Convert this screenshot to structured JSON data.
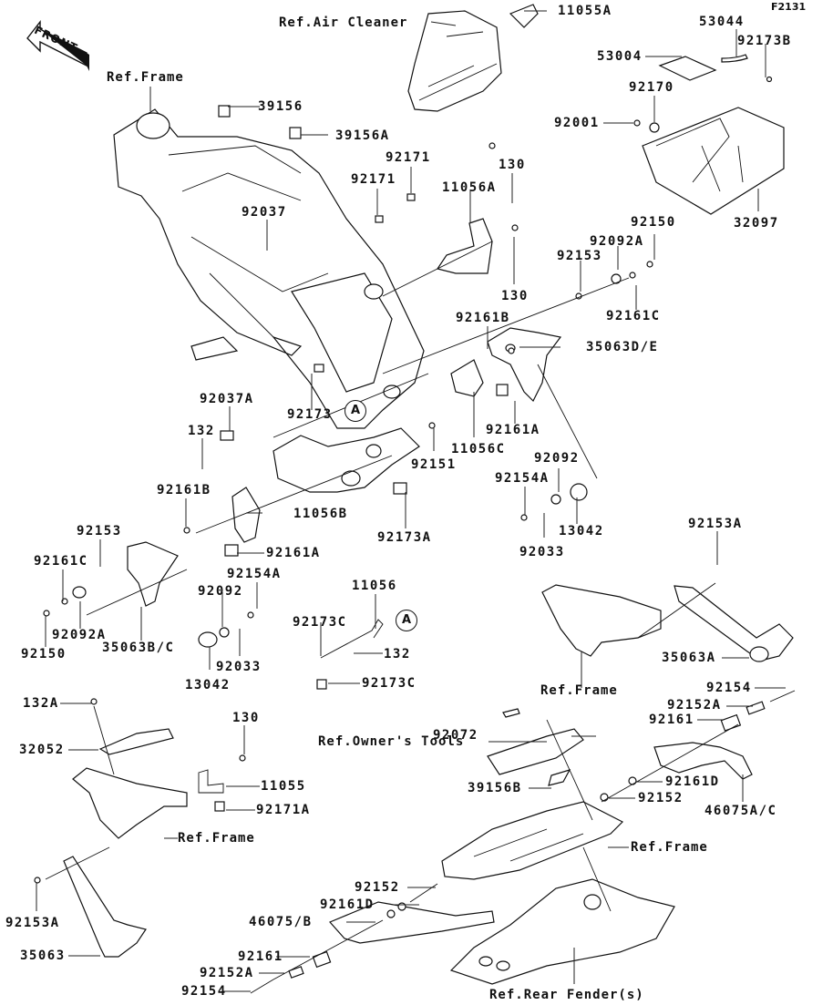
{
  "figure_id": "F2131",
  "front_label": "FRONT",
  "callout_marker": "A",
  "references": {
    "air_cleaner": "Ref.Air Cleaner",
    "frame_top": "Ref.Frame",
    "frame_mid_right": "Ref.Frame",
    "frame_lower_left": "Ref.Frame",
    "frame_lower_right": "Ref.Frame",
    "owners_tools": "Ref.Owner's Tools",
    "rear_fender": "Ref.Rear Fender(s)"
  },
  "parts": {
    "p11055A": "11055A",
    "p53044": "53044",
    "p92173B": "92173B",
    "p53004": "53004",
    "p92170": "92170",
    "p92001": "92001",
    "p32097": "32097",
    "p39156": "39156",
    "p39156A": "39156A",
    "p92171_a": "92171",
    "p92171_b": "92171",
    "p11056A": "11056A",
    "p130_a": "130",
    "p130_b": "130",
    "p92037": "92037",
    "p92150_a": "92150",
    "p92092A_a": "92092A",
    "p92153_a": "92153",
    "p92161C_a": "92161C",
    "p92161B_a": "92161B",
    "p35063DE": "35063D/E",
    "p92037A": "92037A",
    "p92173": "92173",
    "p132_a": "132",
    "p92161A_a": "92161A",
    "p11056C": "11056C",
    "p92151": "92151",
    "p92092_a": "92092",
    "p92154A_a": "92154A",
    "p13042_a": "13042",
    "p92033_a": "92033",
    "p92173A": "92173A",
    "p92161B_b": "92161B",
    "p11056B": "11056B",
    "p92153_b": "92153",
    "p92161C_b": "92161C",
    "p92161A_b": "92161A",
    "p92154A_b": "92154A",
    "p92092_b": "92092",
    "p92092A_b": "92092A",
    "p92150_b": "92150",
    "p35063BC": "35063B/C",
    "p92033_b": "92033",
    "p13042_b": "13042",
    "p11056": "11056",
    "p92173C_a": "92173C",
    "p132_b": "132",
    "p92173C_b": "92173C",
    "p92153A_a": "92153A",
    "p35063A": "35063A",
    "p92154_a": "92154",
    "p92152A_a": "92152A",
    "p92161_a": "92161",
    "p92072": "92072",
    "p132A": "132A",
    "p32052": "32052",
    "p130_c": "130",
    "p11055": "11055",
    "p92171A": "92171A",
    "p39156B": "39156B",
    "p92161D_a": "92161D",
    "p92152_a": "92152",
    "p46075AC": "46075A/C",
    "p92152_b": "92152",
    "p92161D_b": "92161D",
    "p46075B": "46075/B",
    "p92153A_b": "92153A",
    "p92161_b": "92161",
    "p35063": "35063",
    "p92152A_b": "92152A",
    "p92154_b": "92154"
  }
}
